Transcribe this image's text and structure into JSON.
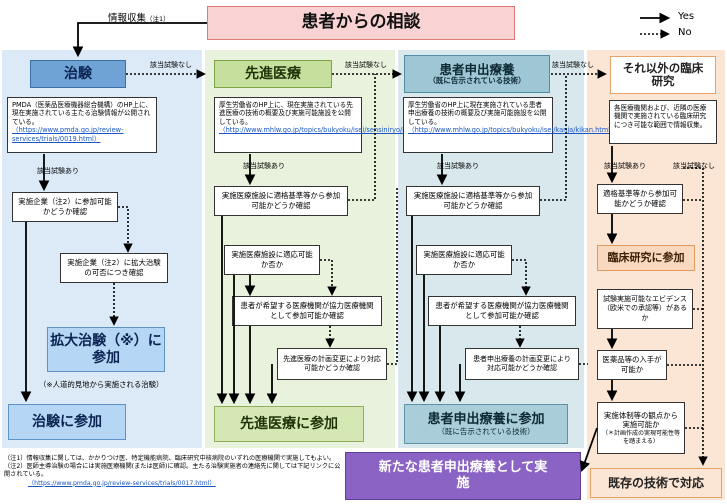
{
  "title": "患者からの相談",
  "info_label": "情報収集",
  "info_note_mark": "（注1）",
  "legend": {
    "yes": "Yes",
    "no": "No"
  },
  "cols": {
    "chiken": {
      "header": "治験",
      "note": "PMDA（医薬品医療機器総合機構）のHP上に、現在実施されている主たる治験情報が公開されている。",
      "note_link": "（https://www.pmda.go.jp/review-services/trials/0019.html）",
      "yes_label": "該当試験あり",
      "step1": "実施企業（注2）に参加可能かどうか確認",
      "step2": "実施企業（注2）に拡大治験の可否につき確認",
      "expanded": "拡大治験（※）に参加",
      "expanded_note": "（※人道的見地から実施される治験）",
      "result": "治験に参加"
    },
    "senshin": {
      "header": "先進医療",
      "note": "厚生労働省のHP上に、現在実施されている先進医療の技術の概要及び実施可能施設を公開している。",
      "note_link": "（http://www.mhlw.go.jp/topics/bukyoku/isei/sensiniryo/kikan.html）",
      "yes_label": "該当試験あり",
      "step1": "実施医療施設に適格基準等から参加可能かどうか確認",
      "step2": "実施医療施設に適応可能か否か",
      "step3": "患者が希望する医療機関が協力医療機関として参加可能か確認",
      "step4": "先進医療の計画変更により対応可能かどうか確認",
      "result": "先進医療に参加"
    },
    "moushide": {
      "header": "患者申出療養",
      "subheader": "（既に告示されている技術）",
      "note": "厚生労働省のHP上に現在実施されている患者申出療養の技術の概要及び実施可能施設を公開している。",
      "note_link": "（http://www.mhlw.go.jp/topics/bukyoku/isei/kanja/kikan.html）",
      "yes_label": "該当試験あり",
      "step1": "実施医療施設に適格基準等から参加可能かどうか確認",
      "step2": "実施医療施設に適応可能か否か",
      "step3": "患者が希望する医療機関が協力医療機関として参加可能か確認",
      "step4": "患者申出療養の計画変更により対応可能かどうか確認",
      "result": "患者申出療養に参加",
      "result_sub": "（既に告示されている技術）"
    },
    "other": {
      "header": "それ以外の臨床研究",
      "note": "各医療機関および、近隣の医療機関で実施されている臨床研究につき可能な範囲で情報収集。",
      "yes_label": "該当試験あり",
      "no_label": "該当試験なし",
      "step1": "適格基準等から参加可能かどうか確認",
      "join": "臨床研究に参加",
      "step2": "試験実施可能なエビデンス（欧米での承認等）があるか",
      "step3": "医薬品等の入手が可能か",
      "step4": "実施体制等の観点から実施可能か",
      "step4_note": "（＊計画作成の実現可能性等を踏まえる）",
      "existing": "既存の技術で対応"
    }
  },
  "no_trial_label": "該当試験なし",
  "new_moushide": "新たな患者申出療養として実施",
  "footnotes": [
    "（注1）情報収集に関しては、かかりつけ医、特定機能病院、臨床研究中核病院のいずれの医療機関で実施してもよい。",
    "（注2）医師主導治験の場合には実施医療機関(または医師)に確認。主たる治験実施者の連絡先に関しては下記リンクに公開されている。",
    "（https://www.pmda.go.jp/review-services/trials/0017.html）"
  ],
  "colors": {
    "chiken": "#dce9f7",
    "senshin": "#e9f2dc",
    "moushide": "#d9e8ec",
    "other": "#fbe6d5",
    "title": "#f9d3d3",
    "purple": "#8a63c4"
  }
}
